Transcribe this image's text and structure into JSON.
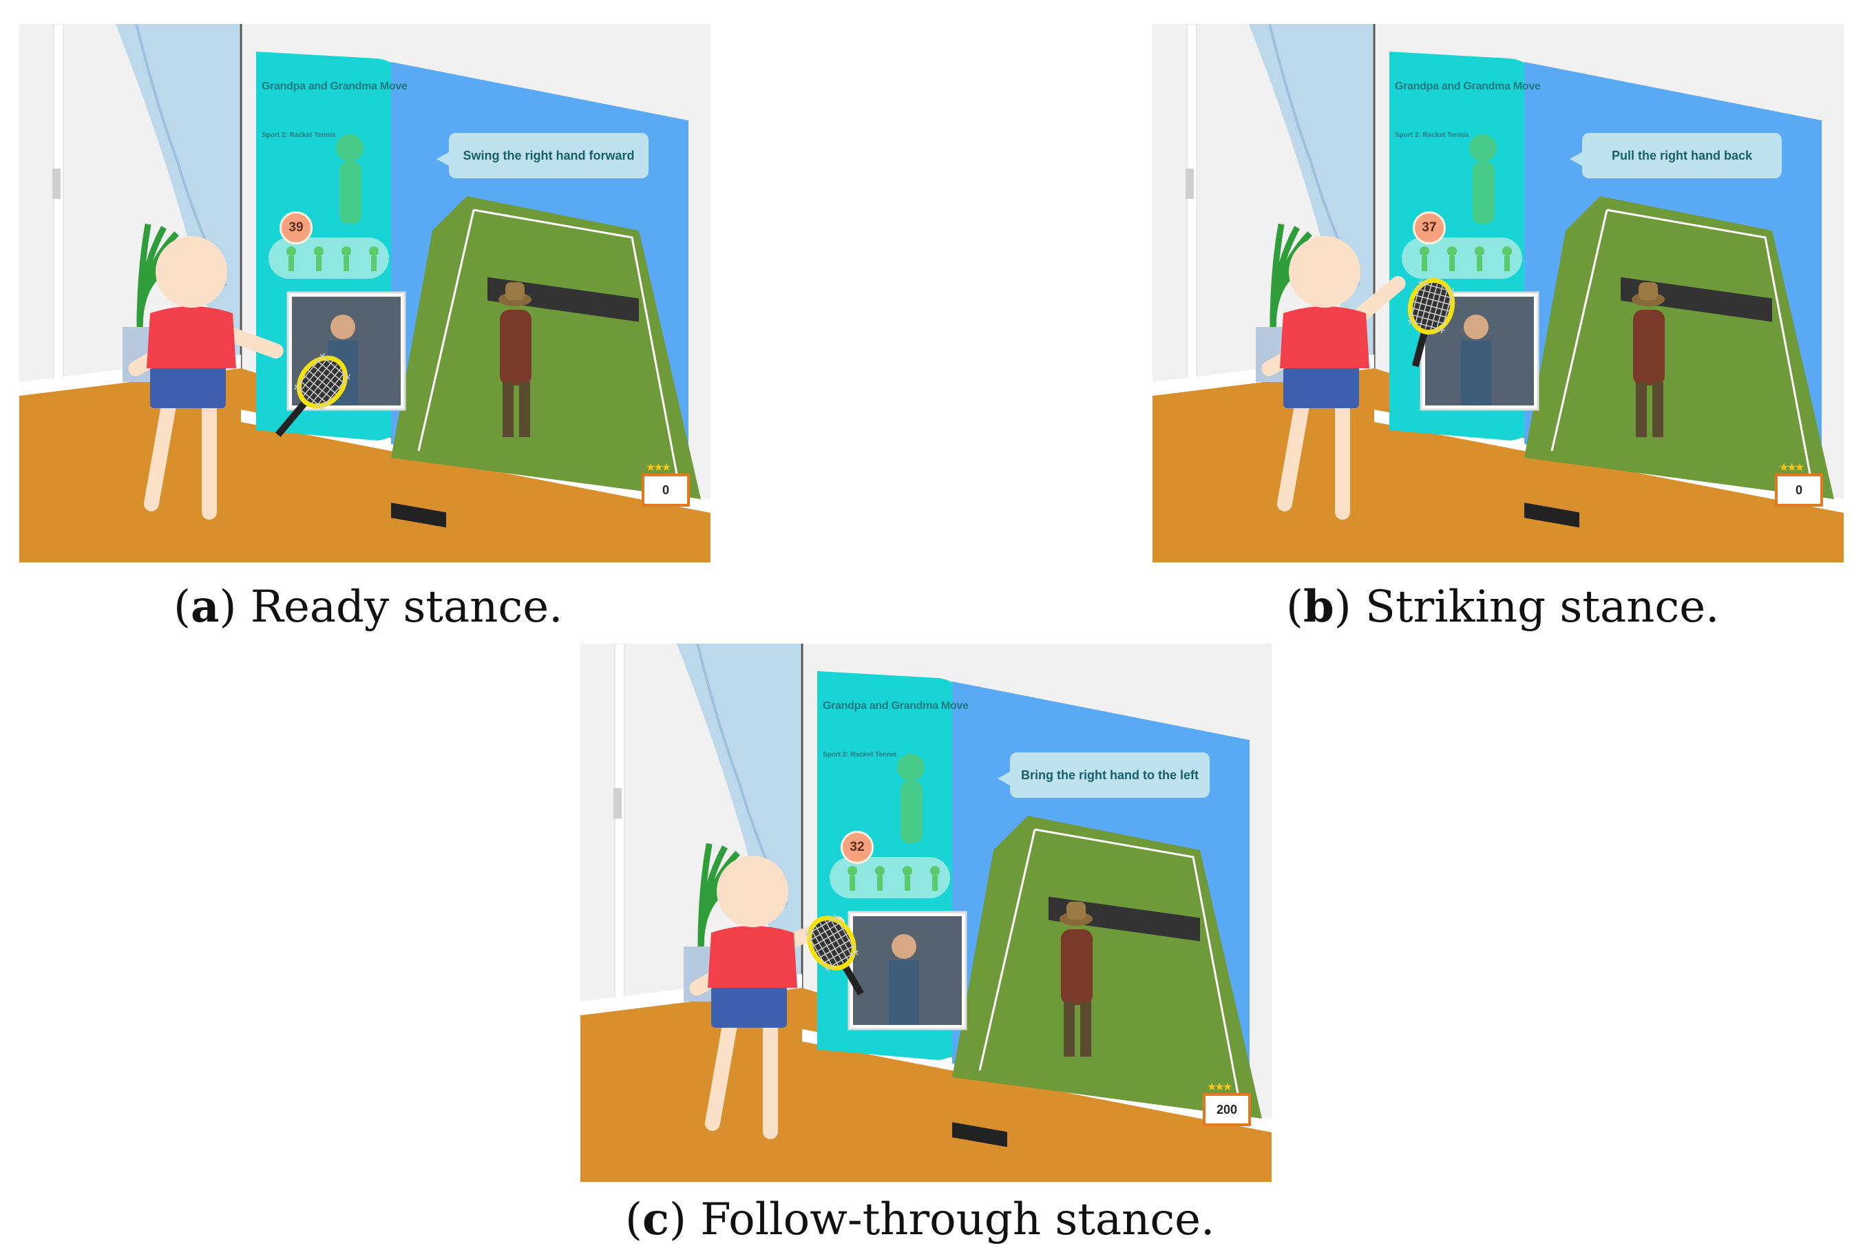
{
  "figure": {
    "panels": [
      {
        "letter": "a",
        "caption": "Ready stance.",
        "game_title": "Grandpa and Grandma Move",
        "game_subtitle": "Sport 2: Racket Tennis",
        "countdown": "39",
        "instruction": "Swing the right hand forward",
        "score": "0",
        "pose": "ready"
      },
      {
        "letter": "b",
        "caption": "Striking stance.",
        "game_title": "Grandpa and Grandma Move",
        "game_subtitle": "Sport 2: Racket Tennis",
        "countdown": "37",
        "instruction": "Pull the right hand back",
        "score": "0",
        "pose": "strike"
      },
      {
        "letter": "c",
        "caption": "Follow-through stance.",
        "game_title": "Grandpa and Grandma Move",
        "game_subtitle": "Sport 2: Racket Tennis",
        "countdown": "32",
        "instruction": "Bring the right hand to the left",
        "score": "200",
        "pose": "follow"
      }
    ]
  },
  "colors": {
    "floor": "#d98f2b",
    "wall": "#f1f1f1",
    "curtain": "#bcd9ec",
    "game_teal": "#19d4d4",
    "sky_blue": "#5aa9f5",
    "court_green": "#6f9a3a",
    "shirt_red": "#f2404a",
    "shorts_blue": "#3d5fae",
    "skin": "#fae0c7",
    "racket_yellow": "#f2e10e"
  }
}
